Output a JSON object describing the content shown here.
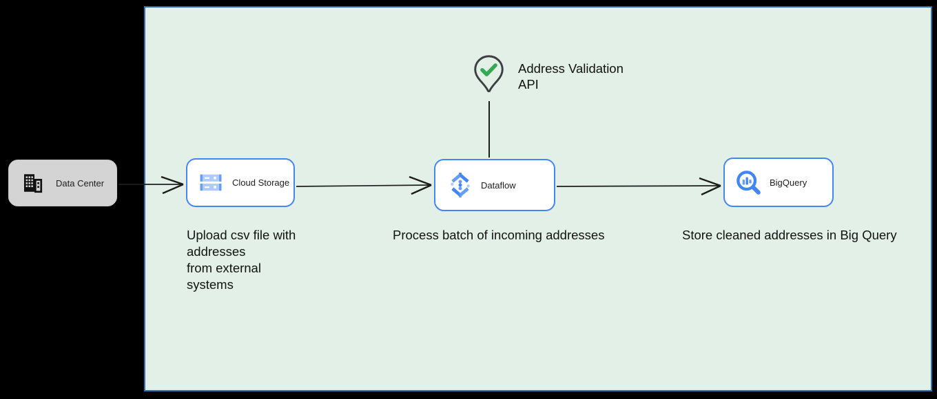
{
  "diagram": {
    "title_hint": "Address validation batch pipeline on Google Cloud",
    "background_color": "#000000",
    "panel": {
      "fill": "#e2f0e7",
      "border_color": "#2e75b6"
    },
    "node_style": {
      "border_color": "#4285f4",
      "fill": "#ffffff"
    },
    "arrow_color": "#1c1c1c"
  },
  "nodes": {
    "data_center": {
      "label": "Data Center"
    },
    "cloud_storage": {
      "label": "Cloud Storage"
    },
    "dataflow": {
      "label": "Dataflow"
    },
    "bigquery": {
      "label": "BigQuery"
    }
  },
  "annotations": {
    "address_validation_api": "Address Validation\nAPI",
    "upload_note": "Upload csv file with\naddresses\nfrom external\nsystems",
    "process_note": "Process batch of incoming addresses",
    "store_note": "Store cleaned addresses in Big Query"
  },
  "icons": {
    "data_center_icon": "black office building with window grid",
    "cloud_storage_icon": "two blue storage bars with dash and dot",
    "dataflow_icon": "blue dataflow helix with dots",
    "bigquery_icon": "blue magnifying glass over bar chart",
    "validation_pin_icon": "map pin outline with green checkmark",
    "check_color": "#34a853",
    "icon_blue_dark": "#4285f4",
    "icon_blue_light": "#aecbfa",
    "icon_blue_mid": "#669df6"
  },
  "flow": {
    "edges": [
      "Data Center -> Cloud Storage",
      "Cloud Storage -> Dataflow",
      "Dataflow -> BigQuery",
      "Address Validation API - Dataflow"
    ]
  }
}
